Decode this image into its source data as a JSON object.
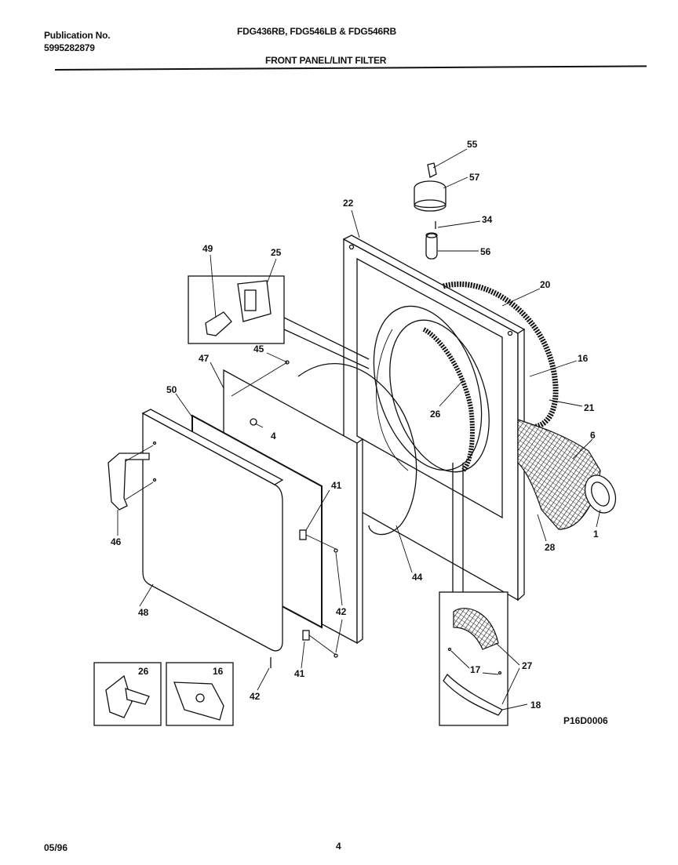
{
  "header": {
    "publication_label": "Publication No.",
    "publication_number": "5995282879",
    "models": "FDG436RB, FDG546LB & FDG546RB",
    "section_title": "FRONT PANEL/LINT FILTER"
  },
  "footer": {
    "date": "05/96",
    "page": "4"
  },
  "diagram_code": "P16D0006",
  "callouts": {
    "c55": "55",
    "c57": "57",
    "c34": "34",
    "c56": "56",
    "c22": "22",
    "c20": "20",
    "c16": "16",
    "c21": "21",
    "c26": "26",
    "c6": "6",
    "c1": "1",
    "c28": "28",
    "c49": "49",
    "c25": "25",
    "c45": "45",
    "c47": "47",
    "c50": "50",
    "c4": "4",
    "c46": "46",
    "c48": "48",
    "c41a": "41",
    "c42a": "42",
    "c44": "44",
    "c41b": "41",
    "c42b": "42",
    "c27": "27",
    "c17": "17",
    "c18": "18",
    "inset26": "26",
    "inset16": "16"
  }
}
